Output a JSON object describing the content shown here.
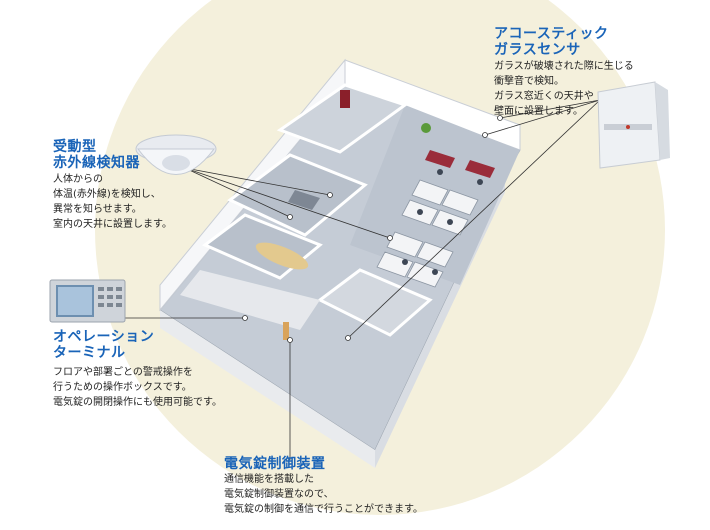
{
  "sections": {
    "sensor": {
      "title": [
        "受動型",
        "赤外線検知器"
      ],
      "desc": [
        "人体からの",
        "体温(赤外線)を検知し、",
        "異常を知らせます。",
        "室内の天井に設置します。"
      ]
    },
    "glass": {
      "title": [
        "アコースティック",
        "ガラスセンサ"
      ],
      "desc": [
        "ガラスが破壊された際に生じる",
        "衝撃音で検知。",
        "ガラス窓近くの天井や",
        "壁面に設置します。"
      ]
    },
    "terminal": {
      "title": [
        "オペレーション",
        "ターミナル"
      ],
      "desc": [
        "フロアや部署ごとの警戒操作を",
        "行うための操作ボックスです。",
        "電気錠の開閉操作にも使用可能です。"
      ]
    },
    "lock": {
      "title": [
        "電気錠制御装置"
      ],
      "desc": [
        "通信機能を搭載した",
        "電気錠制御装置なので、",
        "電気錠の制御を通信で行うことができます。"
      ]
    }
  },
  "colors": {
    "title_blue": "#1a64b8",
    "background_circle": "#f4f0dc",
    "wall": "#ffffff",
    "floor": "#c9cfd8"
  }
}
